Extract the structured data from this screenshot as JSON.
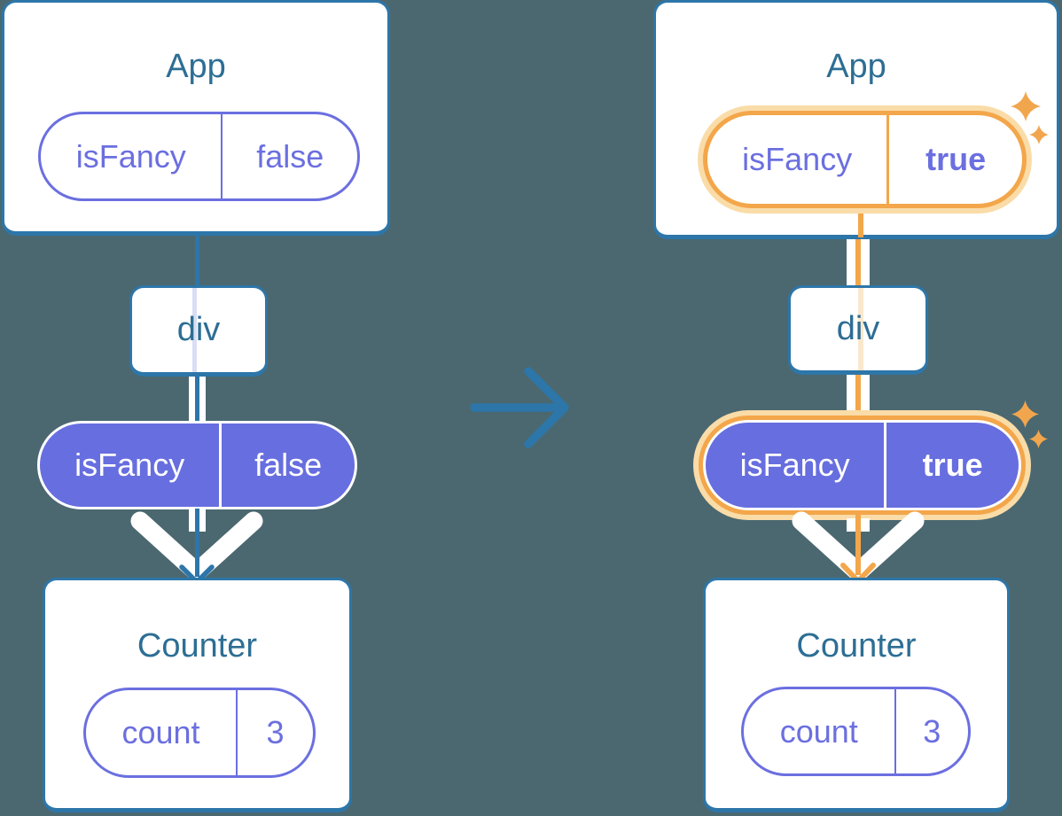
{
  "colors": {
    "background": "#4B6870",
    "card_border_blue": "#2D76A9",
    "node_title_text": "#2D6E94",
    "pill_purple_fill": "#676EDF",
    "pill_purple_outline": "#6B6FE0",
    "prop_trace_lavender": "#D9DEF4",
    "prop_trace_peach": "#FBE8CC",
    "highlight_orange": "#F3A64A",
    "highlight_glow": "#FADCA8",
    "arrow_blue": "#2D76A9"
  },
  "transition": {
    "arrow_icon": "arrow-right"
  },
  "left_tree": {
    "app": {
      "title": "App",
      "prop": {
        "name": "isFancy",
        "value": "false"
      }
    },
    "container": {
      "title": "div"
    },
    "passed_prop": {
      "name": "isFancy",
      "value": "false"
    },
    "counter": {
      "title": "Counter",
      "state": {
        "name": "count",
        "value": "3"
      }
    }
  },
  "right_tree": {
    "app": {
      "title": "App",
      "prop": {
        "name": "isFancy",
        "value": "true"
      },
      "highlighted": true
    },
    "container": {
      "title": "div"
    },
    "passed_prop": {
      "name": "isFancy",
      "value": "true",
      "highlighted": true
    },
    "counter": {
      "title": "Counter",
      "state": {
        "name": "count",
        "value": "3"
      }
    }
  }
}
